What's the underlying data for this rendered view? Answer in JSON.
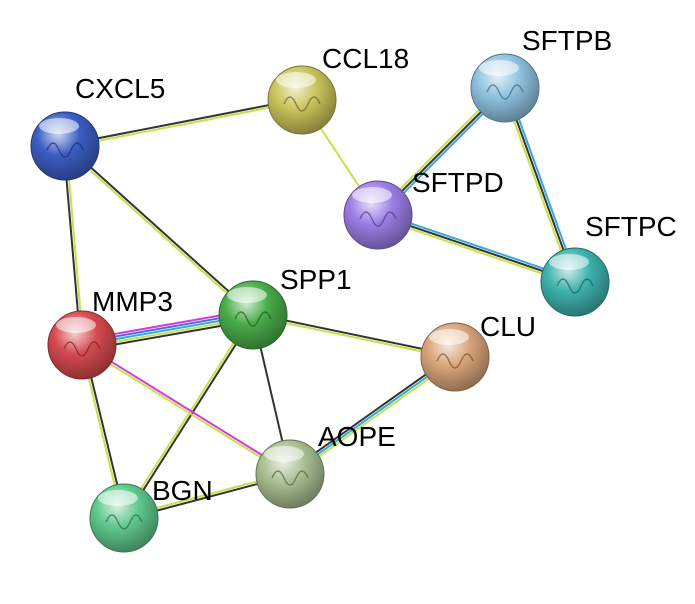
{
  "nodes": [
    {
      "id": "CXCL5",
      "label": "CXCL5",
      "color": "#3b5ec4"
    },
    {
      "id": "CCL18",
      "label": "CCL18",
      "color": "#c9c45a"
    },
    {
      "id": "SFTPB",
      "label": "SFTPB",
      "color": "#8fc3e0"
    },
    {
      "id": "SFTPD",
      "label": "SFTPD",
      "color": "#9b7ee6"
    },
    {
      "id": "SFTPC",
      "label": "SFTPC",
      "color": "#3fb3ae"
    },
    {
      "id": "SPP1",
      "label": "SPP1",
      "color": "#49ad4a"
    },
    {
      "id": "MMP3",
      "label": "MMP3",
      "color": "#d64a4f"
    },
    {
      "id": "CLU",
      "label": "CLU",
      "color": "#d9a57a"
    },
    {
      "id": "AOPE",
      "label": "AOPE",
      "color": "#a9bf91"
    },
    {
      "id": "BGN",
      "label": "BGN",
      "color": "#5fc98c"
    }
  ],
  "edge_colors": {
    "black": "#333333",
    "yellow": "#c8e04a",
    "cyan": "#35a9d9",
    "blue": "#4c6be0",
    "magenta": "#d63bd9"
  },
  "edges": [
    {
      "source": "CXCL5",
      "target": "CCL18",
      "types": [
        "black",
        "yellow"
      ]
    },
    {
      "source": "CXCL5",
      "target": "SPP1",
      "types": [
        "black",
        "yellow"
      ]
    },
    {
      "source": "CXCL5",
      "target": "MMP3",
      "types": [
        "yellow",
        "black"
      ]
    },
    {
      "source": "CCL18",
      "target": "SFTPD",
      "types": [
        "yellow"
      ]
    },
    {
      "source": "SFTPB",
      "target": "SFTPD",
      "types": [
        "cyan",
        "black",
        "yellow"
      ]
    },
    {
      "source": "SFTPB",
      "target": "SFTPC",
      "types": [
        "cyan",
        "black",
        "yellow"
      ]
    },
    {
      "source": "SFTPD",
      "target": "SFTPC",
      "types": [
        "cyan",
        "black",
        "yellow"
      ]
    },
    {
      "source": "MMP3",
      "target": "SPP1",
      "types": [
        "magenta",
        "blue",
        "cyan",
        "yellow",
        "black"
      ]
    },
    {
      "source": "SPP1",
      "target": "CLU",
      "types": [
        "black",
        "yellow"
      ]
    },
    {
      "source": "SPP1",
      "target": "AOPE",
      "types": [
        "black"
      ]
    },
    {
      "source": "SPP1",
      "target": "BGN",
      "types": [
        "black",
        "yellow"
      ]
    },
    {
      "source": "MMP3",
      "target": "AOPE",
      "types": [
        "magenta",
        "yellow"
      ]
    },
    {
      "source": "MMP3",
      "target": "BGN",
      "types": [
        "black",
        "yellow"
      ]
    },
    {
      "source": "AOPE",
      "target": "CLU",
      "types": [
        "black",
        "cyan",
        "yellow"
      ]
    },
    {
      "source": "AOPE",
      "target": "BGN",
      "types": [
        "black",
        "yellow"
      ]
    }
  ]
}
